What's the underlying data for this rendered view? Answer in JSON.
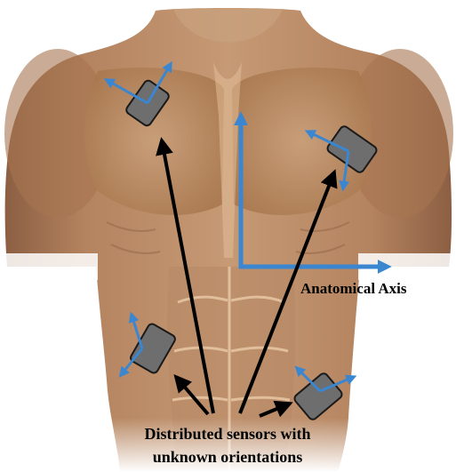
{
  "labels": {
    "anatomical_axis": "Anatomical Axis",
    "sensors_line1": "Distributed sensors with",
    "sensors_line2": "unknown orientations"
  },
  "colors": {
    "skin": "#b98b68",
    "skin_shadow": "#8c5f43",
    "skin_light": "#d9b08c",
    "sensor_fill": "#6e6e6e",
    "sensor_stroke": "#1a1a1a",
    "axis_blue": "#3a86d1",
    "pointer_arrow": "#000000"
  },
  "diagram": {
    "sensor_count": 4,
    "has_anatomical_axis": true
  }
}
